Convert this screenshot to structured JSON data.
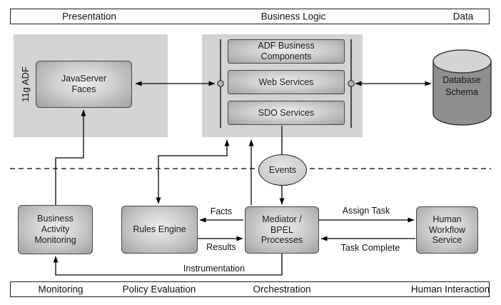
{
  "header": {
    "sections": [
      {
        "label": "Presentation"
      },
      {
        "label": "Business Logic"
      },
      {
        "label": "Data"
      }
    ]
  },
  "presentation": {
    "side_label": "11g ADF",
    "jsf": "JavaServer\nFaces"
  },
  "business_logic": {
    "components": [
      "ADF Business\nComponents",
      "Web Services",
      "SDO Services"
    ]
  },
  "data_tier": {
    "database": "Database\nSchema"
  },
  "middleware": {
    "events": "Events",
    "bam": "Business\nActivity\nMonitoring",
    "rules_engine": "Rules Engine",
    "mediator": "Mediator /\nBPEL\nProcesses",
    "human_workflow": "Human\nWorkflow\nService"
  },
  "edges": {
    "facts": "Facts",
    "results": "Results",
    "assign_task": "Assign Task",
    "task_complete": "Task Complete",
    "instrumentation": "Instrumentation"
  },
  "footer": {
    "sections": [
      {
        "label": "Monitoring"
      },
      {
        "label": "Policy Evaluation"
      },
      {
        "label": "Orchestration"
      },
      {
        "label": "Human Interaction"
      }
    ]
  },
  "colors": {
    "panel_gray": "#d3d3d3",
    "box_gradient_center": "#ededed",
    "box_gradient_edge": "#a0a0a0",
    "box_border": "#474747",
    "cylinder_body": "#8f8f8f",
    "cylinder_top": "#d4d4d4",
    "line_black": "#000000"
  }
}
